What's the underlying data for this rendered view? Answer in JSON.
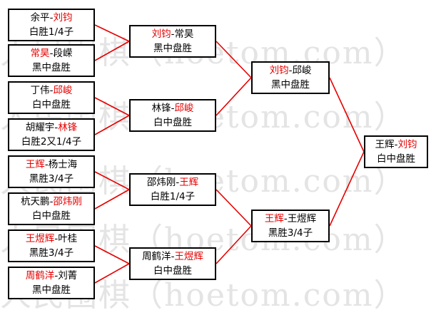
{
  "watermark": "人民围棋（hoetom.com）",
  "colors": {
    "line": "#e60000",
    "highlight": "#e60000",
    "border": "#000000"
  },
  "round1": [
    {
      "p1": "余平",
      "p2": "刘钧",
      "winner": 2,
      "result": "白胜1/4子"
    },
    {
      "p1": "常昊",
      "p2": "段嵘",
      "winner": 1,
      "result": "黑中盘胜"
    },
    {
      "p1": "丁伟",
      "p2": "邱峻",
      "winner": 2,
      "result": "白中盘胜"
    },
    {
      "p1": "胡耀宇",
      "p2": "林锋",
      "winner": 2,
      "result": "白胜2又1/4子"
    },
    {
      "p1": "王辉",
      "p2": "杨士海",
      "winner": 1,
      "result": "黑胜3/4子"
    },
    {
      "p1": "杭天鹏",
      "p2": "邵炜刚",
      "winner": 2,
      "result": "白中盘胜"
    },
    {
      "p1": "王煜辉",
      "p2": "叶桂",
      "winner": 1,
      "result": "黑胜3/4子"
    },
    {
      "p1": "周鹤洋",
      "p2": "刘菁",
      "winner": 1,
      "result": "黑中盘胜"
    }
  ],
  "quarterfinals": [
    {
      "p1": "刘钧",
      "p2": "常昊",
      "winner": 1,
      "result": "黑中盘胜"
    },
    {
      "p1": "林锋",
      "p2": "邱峻",
      "winner": 2,
      "result": "白中盘胜"
    },
    {
      "p1": "邵炜刚",
      "p2": "王辉",
      "winner": 2,
      "result": "白胜1/4子"
    },
    {
      "p1": "周鹤洋",
      "p2": "王煜辉",
      "winner": 2,
      "result": "白中盘胜"
    }
  ],
  "semifinals": [
    {
      "p1": "刘钧",
      "p2": "邱峻",
      "winner": 1,
      "result": "黑中盘胜"
    },
    {
      "p1": "王辉",
      "p2": "王煜辉",
      "winner": 1,
      "result": "黑胜3/4子"
    }
  ],
  "final": {
    "p1": "王辉",
    "p2": "刘钧",
    "winner": 2,
    "result": "白中盘胜"
  }
}
